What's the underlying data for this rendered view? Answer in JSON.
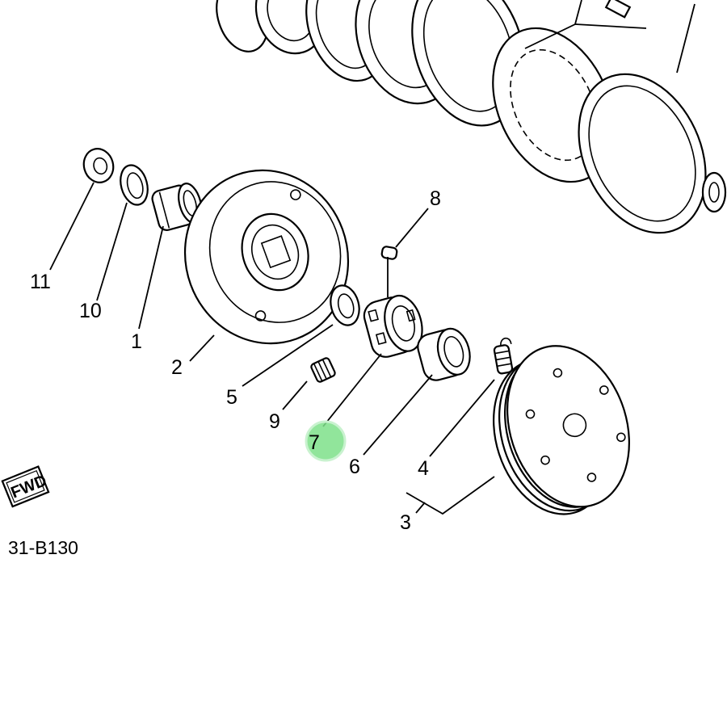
{
  "callouts": [
    "1",
    "2",
    "3",
    "4",
    "5",
    "6",
    "7",
    "8",
    "9",
    "10",
    "11"
  ],
  "diagram_code": "31-B130",
  "fwd_badge": "FWD",
  "selected_callout": "7",
  "highlight_color": "#7ee08a"
}
